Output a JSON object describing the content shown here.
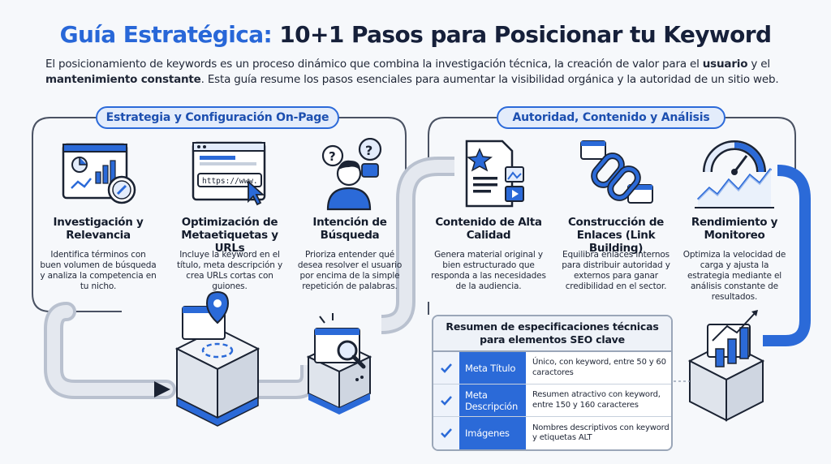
{
  "title": {
    "accent": "Guía Estratégica:",
    "rest": "10+1 Pasos para Posicionar tu Keyword"
  },
  "intro": {
    "p1": "El posicionamiento de keywords es un proceso dinámico que combina la investigación técnica, la creación de valor para el ",
    "b1": "usuario",
    "p2": " y el ",
    "b2": "mantenimiento constante",
    "p3": ". Esta guía resume los pasos esenciales para aumentar la visibilidad orgánica y la autoridad de un sitio web."
  },
  "sections": [
    {
      "label": "Estrategia y Configuración On-Page"
    },
    {
      "label": "Autoridad, Contenido y Análisis"
    }
  ],
  "steps": [
    {
      "icon": "analytics-dashboard-icon",
      "title": "Investigación y Relevancia",
      "desc": "Identifica términos con buen volumen de búsqueda y analiza la competencia en tu nicho."
    },
    {
      "icon": "browser-url-icon",
      "title": "Optimización de Metaetiquetas y URLs",
      "desc": "Incluye la keyword en el título, meta descripción y crea URLs cortas con guiones."
    },
    {
      "icon": "thinking-person-icon",
      "title": "Intención de Búsqueda",
      "desc": "Prioriza entender qué desea resolver el usuario por encima de la simple repetición de palabras."
    },
    {
      "icon": "quality-content-icon",
      "title": "Contenido de Alta Calidad",
      "desc": "Genera material original y bien estructurado que responda a las necesidades de la audiencia."
    },
    {
      "icon": "chain-link-icon",
      "title": "Construcción de Enlaces (Link Building)",
      "desc": "Equilibra enlaces internos para distribuir autoridad y externos para ganar credibilidad en el sector."
    },
    {
      "icon": "gauge-chart-icon",
      "title": "Rendimiento y Monitoreo",
      "desc": "Optimiza la velocidad de carga y ajusta la estrategia mediante el análisis constante de resultados."
    }
  ],
  "browser_url": "https://www.",
  "summary": {
    "title": "Resumen de especificaciones técnicas para elementos SEO clave",
    "rows": [
      {
        "label": "Meta Título",
        "value": "Único, con keyword, entre 50 y 60 caractores"
      },
      {
        "label": "Meta Descripción",
        "value": "Resumen atractivo con keyword, entre 150 y 160 caracteres"
      },
      {
        "label": "Imágenes",
        "value": "Nombres descriptivos con keyword y etiquetas ALT"
      }
    ]
  },
  "colors": {
    "accent": "#2b6ad8",
    "dark": "#16203a",
    "light_blue": "#e3ecfb",
    "grey_line": "#9aa6b8"
  }
}
